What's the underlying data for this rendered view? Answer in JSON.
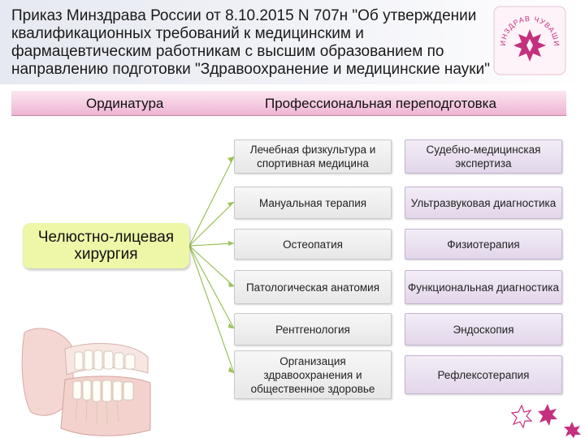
{
  "title": {
    "lines": [
      "Приказ Минздрава России от 8.10.2015 N 707н \"Об утверждении",
      "квалификационных требований к медицинским и",
      "фармацевтическим работникам с высшим образованием по",
      "направлению подготовки \"Здравоохранение и медицинские науки\""
    ]
  },
  "logo": {
    "text": "МИНЗДРАВ ЧУВАШИИ",
    "icon": "chuvash-star-emblem-icon",
    "color": "#c4307e"
  },
  "headers": {
    "left": "Ординатура",
    "right": "Профессиональная переподготовка"
  },
  "residency": {
    "specialty": "Челюстно-лицевая хирургия"
  },
  "retraining": {
    "left_column": [
      "Лечебная физкультура и спортивная медицина",
      "Мануальная терапия",
      "Остеопатия",
      "Патологическая анатомия",
      "Рентгенология",
      "Организация здравоохранения и общественное здоровье"
    ],
    "right_column": [
      "Судебно-медицинская экспертиза",
      "Ультразвуковая диагностика",
      "Физиотерапия",
      "Функциональная диагностика",
      "Эндоскопия",
      "Рефлексотерапия"
    ]
  },
  "colors": {
    "header_pink": "#efb4d3",
    "source_box": "#eef6a8",
    "connector_green": "#9cc25c",
    "right_column_box": "#e2d6ea"
  }
}
